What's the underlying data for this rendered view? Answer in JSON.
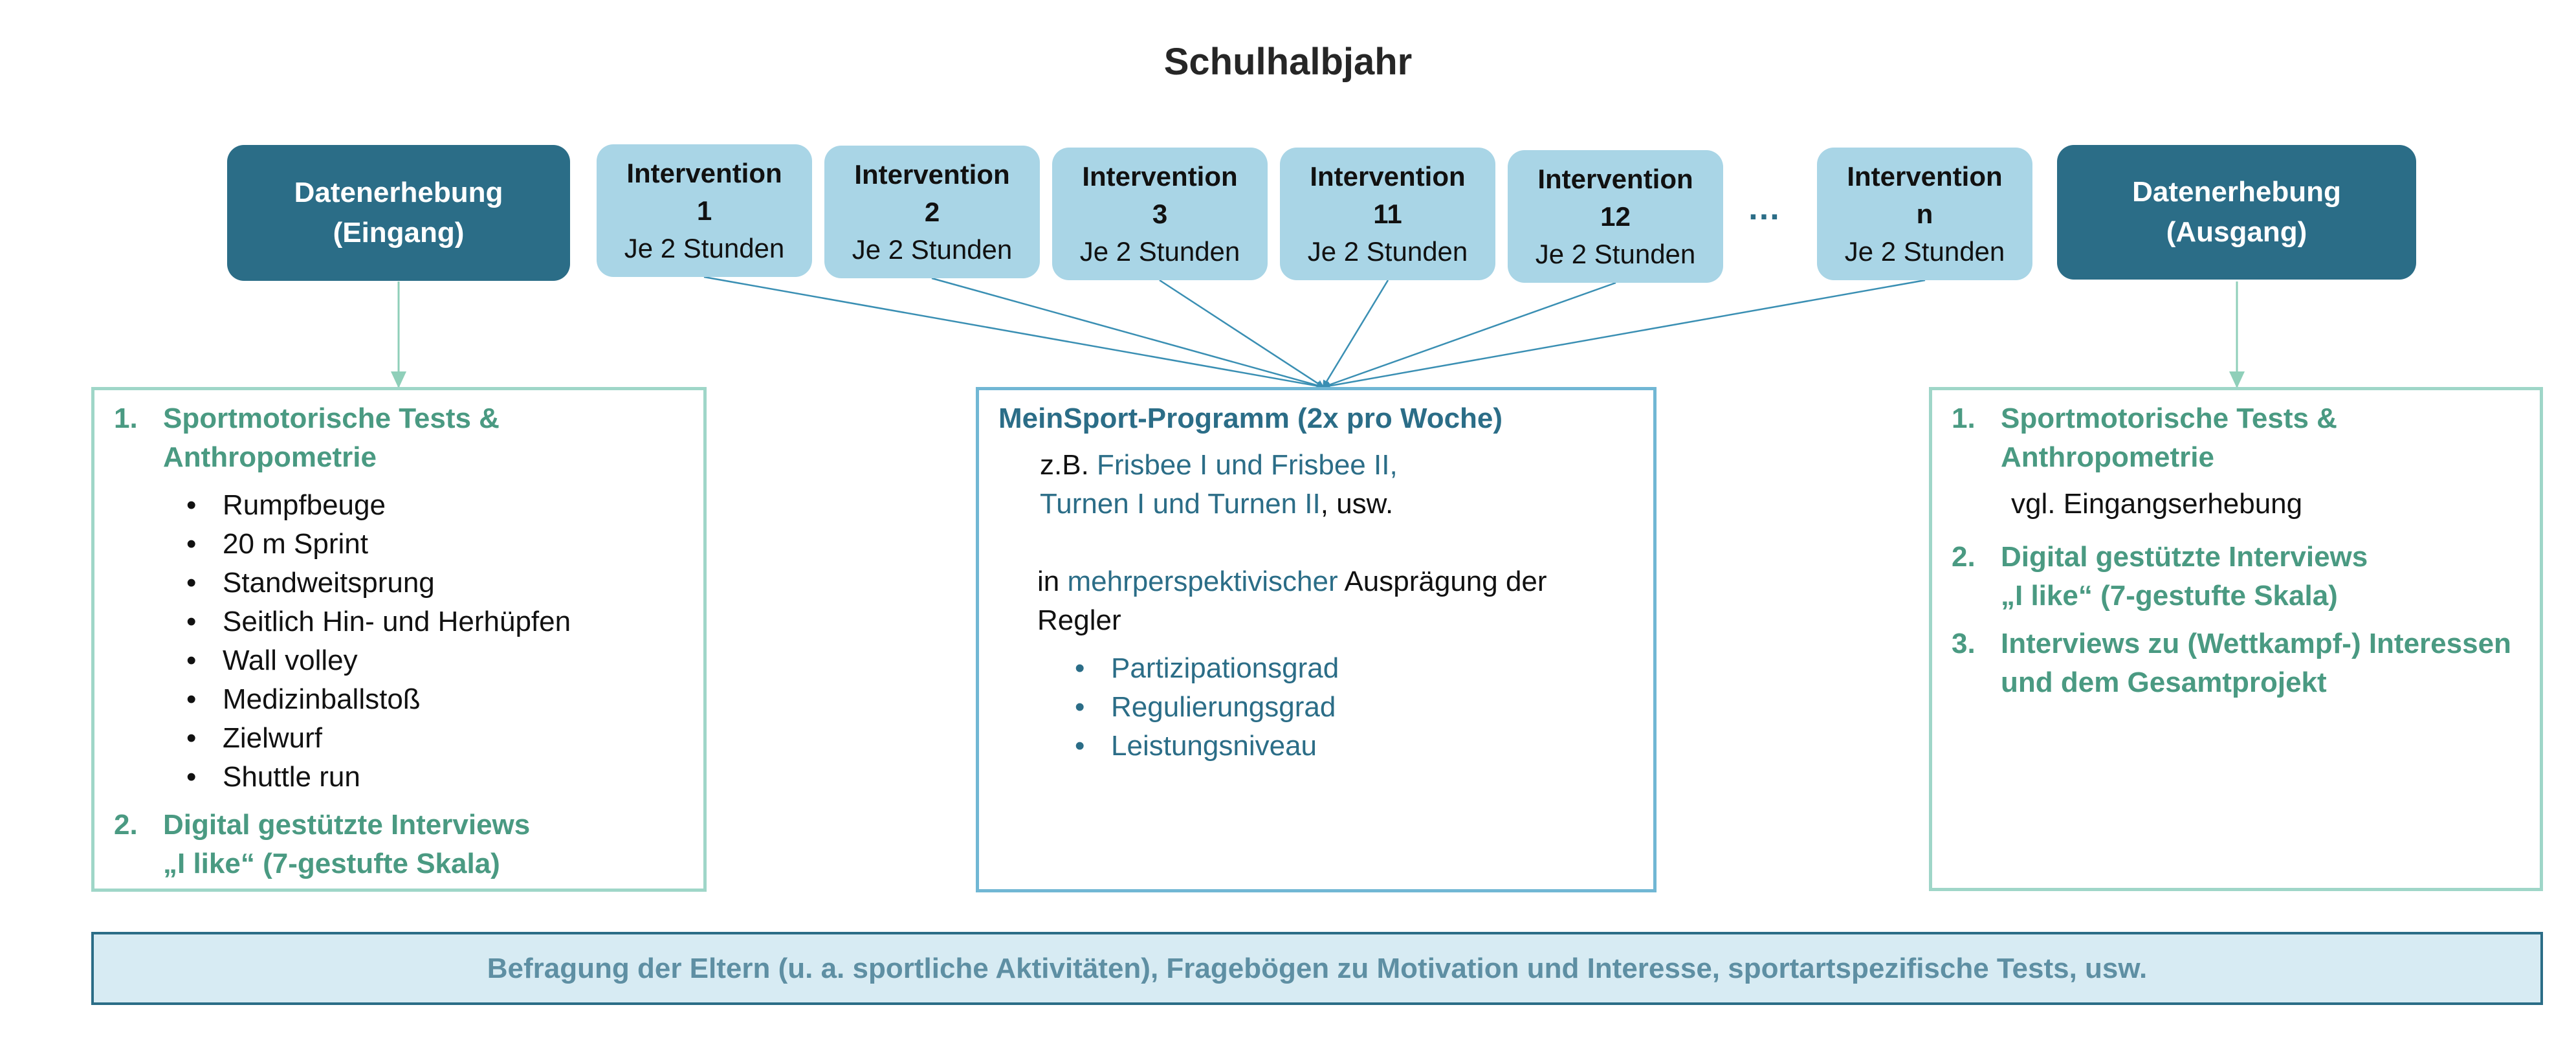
{
  "title": "Schulhalbjahr",
  "entry_box": {
    "line1": "Datenerhebung",
    "line2": "(Eingang)"
  },
  "exit_box": {
    "line1": "Datenerhebung",
    "line2": "(Ausgang)"
  },
  "interventions": [
    {
      "label": "Intervention",
      "num": "1",
      "duration": "Je 2 Stunden"
    },
    {
      "label": "Intervention",
      "num": "2",
      "duration": "Je 2 Stunden"
    },
    {
      "label": "Intervention",
      "num": "3",
      "duration": "Je 2 Stunden"
    },
    {
      "label": "Intervention",
      "num": "11",
      "duration": "Je 2 Stunden"
    },
    {
      "label": "Intervention",
      "num": "12",
      "duration": "Je 2 Stunden"
    },
    {
      "label": "Intervention",
      "num": "n",
      "duration": "Je 2 Stunden"
    }
  ],
  "ellipsis": "…",
  "left_panel": {
    "item1_num": "1.",
    "item1_l1": "Sportmotorische Tests &",
    "item1_l2": "Anthropometrie",
    "tests": [
      "Rumpfbeuge",
      "20 m Sprint",
      "Standweitsprung",
      "Seitlich Hin- und Herhüpfen",
      "Wall volley",
      "Medizinballstoß",
      "Zielwurf",
      "Shuttle run"
    ],
    "item2_num": "2.",
    "item2_l1": "Digital gestützte Interviews",
    "item2_l2": "„I like“ (7-gestufte Skala)"
  },
  "middle_panel": {
    "heading": "MeinSport-Programm (2x pro Woche)",
    "eg_prefix": "z.B.",
    "eg_blue1": "Frisbee I und Frisbee II,",
    "eg_blue2": "Turnen I und Turnen II",
    "eg_suffix": ", usw.",
    "in_prefix": "in",
    "in_blue": "mehrperspektivischer",
    "in_rest": "Ausprägung der",
    "in_line2": "Regler",
    "bullets": [
      "Partizipationsgrad",
      "Regulierungsgrad",
      "Leistungsniveau"
    ]
  },
  "right_panel": {
    "item1_num": "1.",
    "item1_l1": "Sportmotorische Tests &",
    "item1_l2": "Anthropometrie",
    "compare": "vgl. Eingangserhebung",
    "item2_num": "2.",
    "item2_l1": "Digital gestützte Interviews",
    "item2_l2": "„I like“ (7-gestufte Skala)",
    "item3_num": "3.",
    "item3_l1": "Interviews zu (Wettkampf-) Interessen",
    "item3_l2": "und dem Gesamtprojekt"
  },
  "footer": "Befragung der Eltern (u. a. sportliche Aktivitäten), Fragebögen zu Motivation und Interesse, sportartspezifische Tests, usw.",
  "colors": {
    "dark_teal": "#2b6d87",
    "light_blue": "#a9d5e6",
    "green_text": "#4a9a82",
    "green_border": "#9fd6c8",
    "mid_border": "#71b7d4",
    "footer_bg": "#d7ebf3"
  }
}
